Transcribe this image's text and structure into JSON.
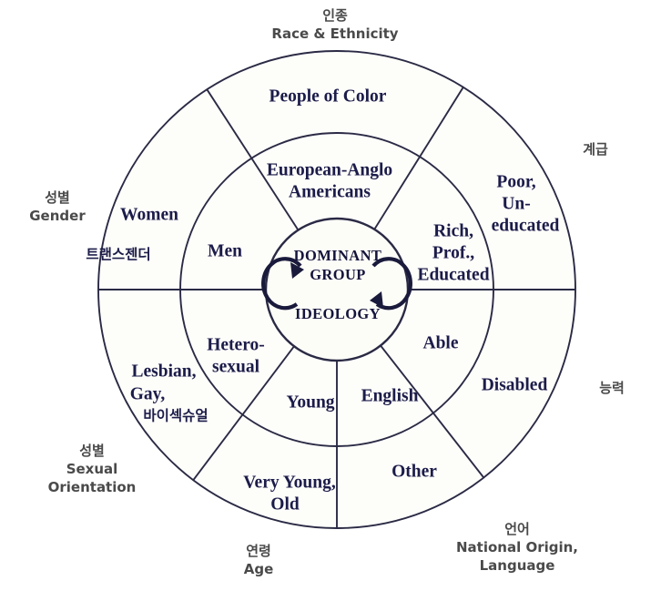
{
  "diagram": {
    "title_center": {
      "line1": "DOMINANT",
      "line2": "GROUP",
      "line3": "IDEOLOGY"
    },
    "colors": {
      "stroke": "#2a2a45",
      "label": "#1c1c4a",
      "axis": "#4a4a4a",
      "face": "#fdfdfa"
    },
    "inner_ring": [
      {
        "name": "race",
        "label": "European-Anglo Americans",
        "line1": "European-Anglo",
        "line2": "Americans"
      },
      {
        "name": "class",
        "label": "Rich, Prof., Educated",
        "line1": "Rich,",
        "line2": "Prof.,",
        "line3": "Educated"
      },
      {
        "name": "ability",
        "label": "Able",
        "line1": "Able"
      },
      {
        "name": "language",
        "label": "English",
        "line1": "English"
      },
      {
        "name": "age",
        "label": "Young",
        "line1": "Young"
      },
      {
        "name": "sexual-orientation",
        "label": "Hetero-sexual",
        "line1": "Hetero-",
        "line2": "sexual"
      },
      {
        "name": "gender",
        "label": "Men",
        "line1": "Men"
      }
    ],
    "outer_ring": [
      {
        "name": "race",
        "label": "People of Color",
        "line1": "People of Color"
      },
      {
        "name": "class",
        "label": "Poor, Un-educated",
        "line1": "Poor,",
        "line2": "Un-",
        "line3": "educated"
      },
      {
        "name": "ability",
        "label": "Disabled",
        "line1": "Disabled"
      },
      {
        "name": "language",
        "label": "Other",
        "line1": "Other"
      },
      {
        "name": "age",
        "label": "Very Young, Old",
        "line1": "Very Young,",
        "line2": "Old"
      },
      {
        "name": "sexual-orientation",
        "label": "Lesbian, Gay, 바이섹슈얼",
        "line1": "Lesbian,",
        "line2": "Gay,",
        "line3_kr": "바이섹슈얼"
      },
      {
        "name": "gender",
        "label": "Women",
        "line1": "Women",
        "line2_kr": "트랜스젠더"
      }
    ],
    "axis_labels": [
      {
        "name": "race-ethnicity",
        "kr": "인종",
        "en": "Race & Ethnicity"
      },
      {
        "name": "class",
        "kr": "계급",
        "en": ""
      },
      {
        "name": "ability",
        "kr": "능력",
        "en": ""
      },
      {
        "name": "national-origin-language",
        "kr": "언어",
        "en1": "National Origin,",
        "en2": "Language"
      },
      {
        "name": "age",
        "kr": "연령",
        "en": "Age"
      },
      {
        "name": "sexual-orientation",
        "kr": "성별",
        "en1": "Sexual",
        "en2": "Orientation"
      },
      {
        "name": "gender",
        "kr": "성별",
        "en": "Gender"
      }
    ]
  }
}
